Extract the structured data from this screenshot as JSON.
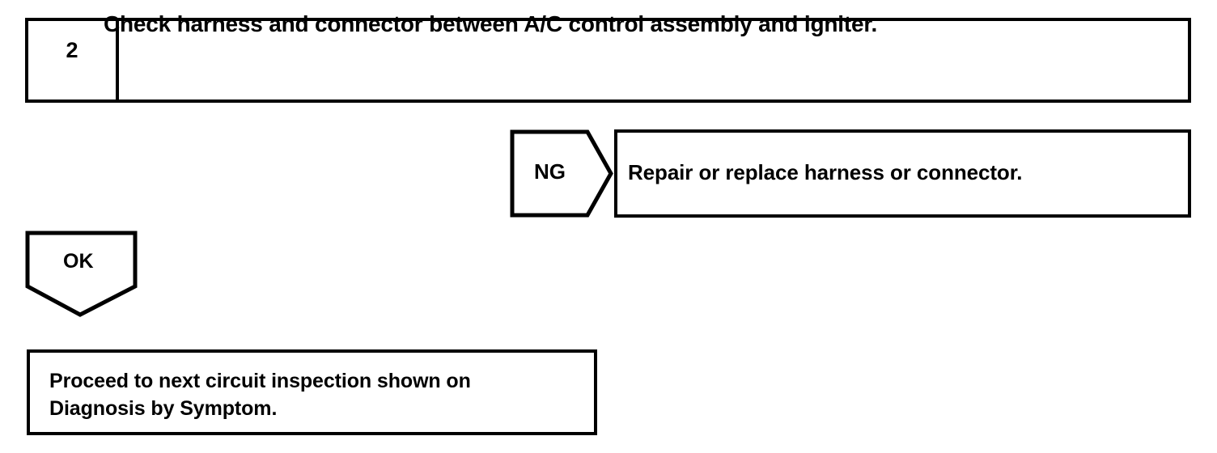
{
  "diagram": {
    "type": "troubleshooting-flowchart",
    "ink_color": "#000000",
    "background_color": "#ffffff",
    "step": {
      "number": "2",
      "instruction": "Check harness and connector between A/C control assembly and igniter."
    },
    "branches": {
      "ng": {
        "label": "NG",
        "action": "Repair or replace harness or connector."
      },
      "ok": {
        "label": "OK",
        "action_line_1": "Proceed to next circuit inspection shown on",
        "action_line_2": "Diagnosis by Symptom."
      }
    }
  }
}
